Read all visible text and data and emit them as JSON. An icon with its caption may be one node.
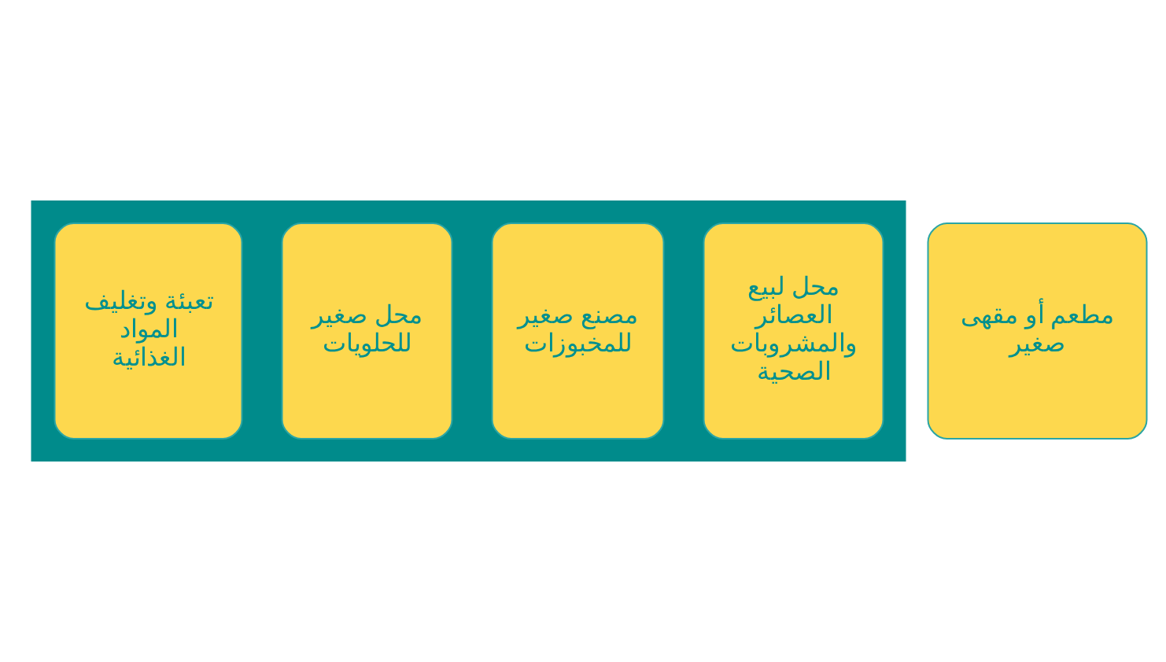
{
  "diagram": {
    "nodes": [
      {
        "text": [],
        "shape": "arrow"
      },
      {
        "text": [
          "تعبئة وتغليف المواد الغذائية"
        ],
        "in": 0
      },
      {
        "text": [
          "محل صغير للحلويات"
        ],
        "in": 0
      },
      {
        "text": [
          "مصنع صغير للمخبوزات"
        ],
        "in": 0
      },
      {
        "text": [
          "محل لبيع العصائر والمشروبات الصحية"
        ],
        "in": 0
      },
      {
        "text": [
          "مطعم أو مقهى صغير"
        ]
      }
    ]
  }
}
